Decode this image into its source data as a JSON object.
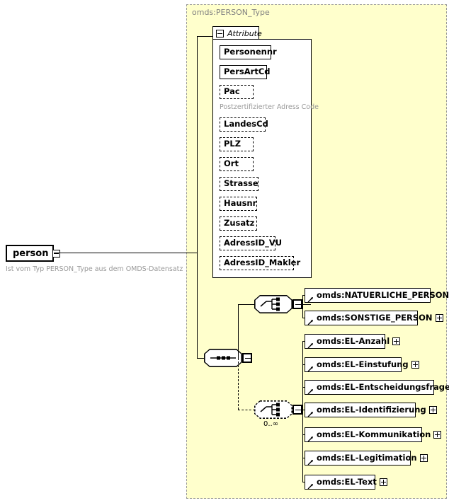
{
  "diagram": {
    "type_container_label": "omds:PERSON_Type",
    "root_element": {
      "name": "person",
      "toggle": "minus",
      "annotation": "Ist vom Typ PERSON_Type aus dem OMDS-Datensatz"
    },
    "attribute_compartment": {
      "tab_label": "Attribute",
      "toggle": "minus",
      "attributes": [
        {
          "name": "Personennr",
          "required": true,
          "note": ""
        },
        {
          "name": "PersArtCd",
          "required": true,
          "note": ""
        },
        {
          "name": "Pac",
          "required": false,
          "note": "Postzertifizierter Adress Code"
        },
        {
          "name": "LandesCd",
          "required": false,
          "note": ""
        },
        {
          "name": "PLZ",
          "required": false,
          "note": ""
        },
        {
          "name": "Ort",
          "required": false,
          "note": ""
        },
        {
          "name": "Strasse",
          "required": false,
          "note": ""
        },
        {
          "name": "Hausnr",
          "required": false,
          "note": ""
        },
        {
          "name": "Zusatz",
          "required": false,
          "note": ""
        },
        {
          "name": "AdressID_VU",
          "required": false,
          "note": ""
        },
        {
          "name": "AdressID_Makler",
          "required": false,
          "note": ""
        }
      ]
    },
    "compositors": {
      "sequence": {
        "kind": "sequence",
        "toggle": "minus",
        "optional": false,
        "cardinality": ""
      },
      "choice_person": {
        "kind": "choice",
        "toggle": "minus",
        "optional": false,
        "cardinality": ""
      },
      "choice_el": {
        "kind": "choice",
        "toggle": "minus",
        "optional": true,
        "cardinality": "0..∞"
      }
    },
    "element_groups": [
      {
        "group": "person-choice",
        "elements": [
          {
            "name": "omds:NATUERLICHE_PERSON",
            "toggle": "plus",
            "width": 178
          },
          {
            "name": "omds:SONSTIGE_PERSON",
            "toggle": "plus",
            "width": 160
          }
        ]
      },
      {
        "group": "el-choice",
        "elements": [
          {
            "name": "omds:EL-Anzahl",
            "toggle": "plus",
            "width": 114
          },
          {
            "name": "omds:EL-Einstufung",
            "toggle": "plus",
            "width": 137
          },
          {
            "name": "omds:EL-Entscheidungsfrage",
            "toggle": "plus",
            "width": 183
          },
          {
            "name": "omds:EL-Identifizierung",
            "toggle": "plus",
            "width": 157
          },
          {
            "name": "omds:EL-Kommunikation",
            "toggle": "plus",
            "width": 166
          },
          {
            "name": "omds:EL-Legitimation",
            "toggle": "plus",
            "width": 150
          },
          {
            "name": "omds:EL-Text",
            "toggle": "plus",
            "width": 100
          }
        ]
      }
    ],
    "colors": {
      "type_background": "#ffffcc",
      "type_border": "#999999",
      "node_background": "#ffffff",
      "line": "#000000",
      "shadow": "#c0c0c0",
      "annotation_text": "#999999",
      "type_label_text": "#808080"
    }
  }
}
